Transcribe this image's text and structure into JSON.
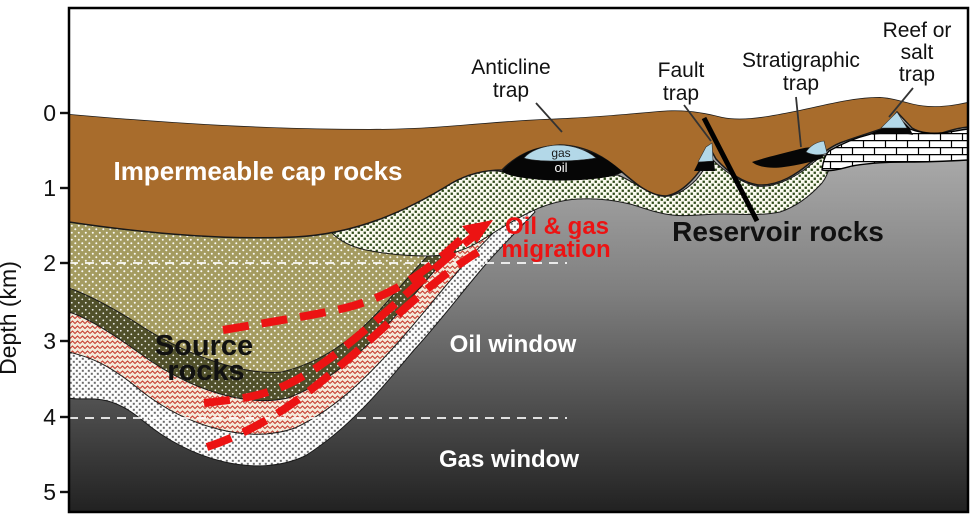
{
  "figure": {
    "title_hint": "Petroleum system cross-section",
    "axis": {
      "title": "Depth (km)",
      "ticks": [
        "0",
        "1",
        "2",
        "3",
        "4",
        "5"
      ]
    },
    "labels": {
      "cap_rocks": "Impermeable cap rocks",
      "source_rocks_1": "Source",
      "source_rocks_2": "rocks",
      "reservoir_rocks": "Reservoir rocks",
      "oil_window": "Oil window",
      "gas_window": "Gas window",
      "migration_1": "Oil & gas",
      "migration_2": "migration",
      "gas_fluid": "gas",
      "oil_fluid": "oil"
    },
    "traps": {
      "anticline_1": "Anticline",
      "anticline_2": "trap",
      "fault_1": "Fault",
      "fault_2": "trap",
      "stratigraphic_1": "Stratigraphic",
      "stratigraphic_2": "trap",
      "reef_1": "Reef or",
      "reef_2": "salt",
      "reef_3": "trap"
    },
    "colors": {
      "cap_brown": "#A86C2C",
      "source_olive": "#A49B60",
      "deep_source_dark_olive": "#50502A",
      "oil_prone_cream": "#F4EADA",
      "oil_prone_zigzag_red": "#C6382C",
      "sandstone_dot_gray": "#6B6B6B",
      "reservoir_dot_green": "#2F4A1A",
      "gas_blue": "#B3D8E8",
      "oil_black": "#060606",
      "migration_red": "#EC1313",
      "basement_top_gray": "#B8B8B8",
      "basement_bottom_gray": "#1E1E1E",
      "window_line_white": "#FFFFFF",
      "text_black": "#111111",
      "text_white": "#FFFFFF"
    }
  }
}
